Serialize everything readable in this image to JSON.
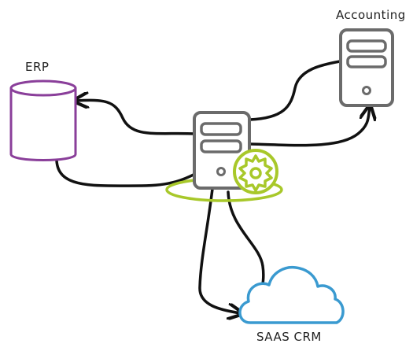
{
  "diagram": {
    "nodes": {
      "erp": {
        "label": "ERP",
        "icon": "database-cylinder-icon",
        "color": "#8a3f9a"
      },
      "accounting": {
        "label": "Accounting",
        "icon": "server-icon",
        "color": "#6b6b6b"
      },
      "hub": {
        "label": "",
        "icon": "server-icon",
        "color": "#6b6b6b"
      },
      "crm": {
        "label": "SAAS CRM",
        "icon": "cloud-icon",
        "color": "#3a9ad0"
      },
      "integration_badge": {
        "icon": "gear-badge-icon",
        "color": "#a8c82a"
      }
    },
    "edges": [
      {
        "from": "hub",
        "to": "erp",
        "style": "arrow"
      },
      {
        "from": "erp",
        "to": "hub",
        "style": "line"
      },
      {
        "from": "hub",
        "to": "accounting",
        "style": "arrow"
      },
      {
        "from": "accounting",
        "to": "hub",
        "style": "line"
      },
      {
        "from": "hub",
        "to": "crm",
        "style": "arrow"
      },
      {
        "from": "crm",
        "to": "hub",
        "style": "line"
      }
    ],
    "colors": {
      "line": "#111111",
      "server": "#6b6b6b",
      "erp": "#8a3f9a",
      "crm": "#3a9ad0",
      "badge": "#a8c82a"
    }
  }
}
